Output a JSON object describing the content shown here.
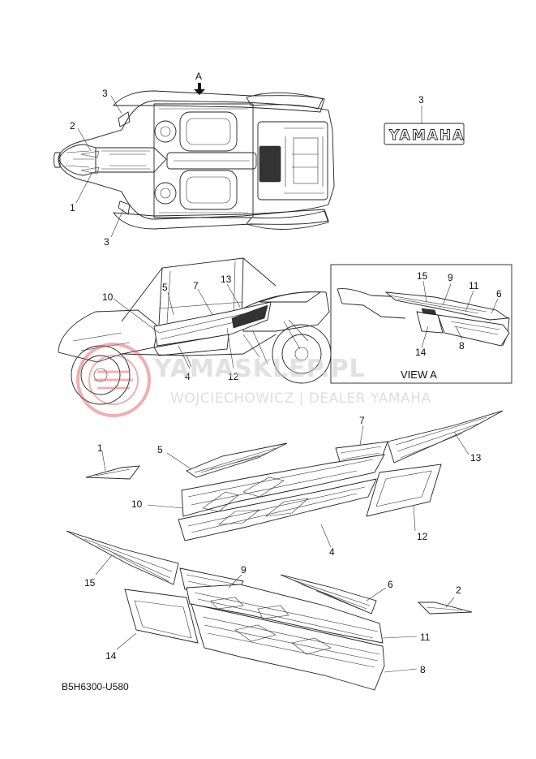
{
  "labels": {
    "a_arrow": "A",
    "top_3a": "3",
    "top_2": "2",
    "top_1": "1",
    "top_3b": "3",
    "emblem_3": "3",
    "side_10": "10",
    "side_5": "5",
    "side_7": "7",
    "side_13": "13",
    "side_4": "4",
    "side_12": "12",
    "va_15": "15",
    "va_9": "9",
    "va_11": "11",
    "va_6": "6",
    "va_14": "14",
    "va_8": "8",
    "p_7": "7",
    "p_1": "1",
    "p_5": "5",
    "p_13": "13",
    "p_10": "10",
    "p_12": "12",
    "p_4": "4",
    "p_15": "15",
    "p_9": "9",
    "p_6": "6",
    "p_2": "2",
    "p_11": "11",
    "p_14": "14",
    "p_8": "8"
  },
  "emblem_text": "YAMAHA",
  "view_a_title": "VIEW A",
  "diagram_code": "B5H6300-U580",
  "watermark": {
    "name": "YAMASKLEP.PL",
    "subtitle": "WOJCIECHOWICZ | DEALER YAMAHA",
    "color": "#e05050"
  }
}
